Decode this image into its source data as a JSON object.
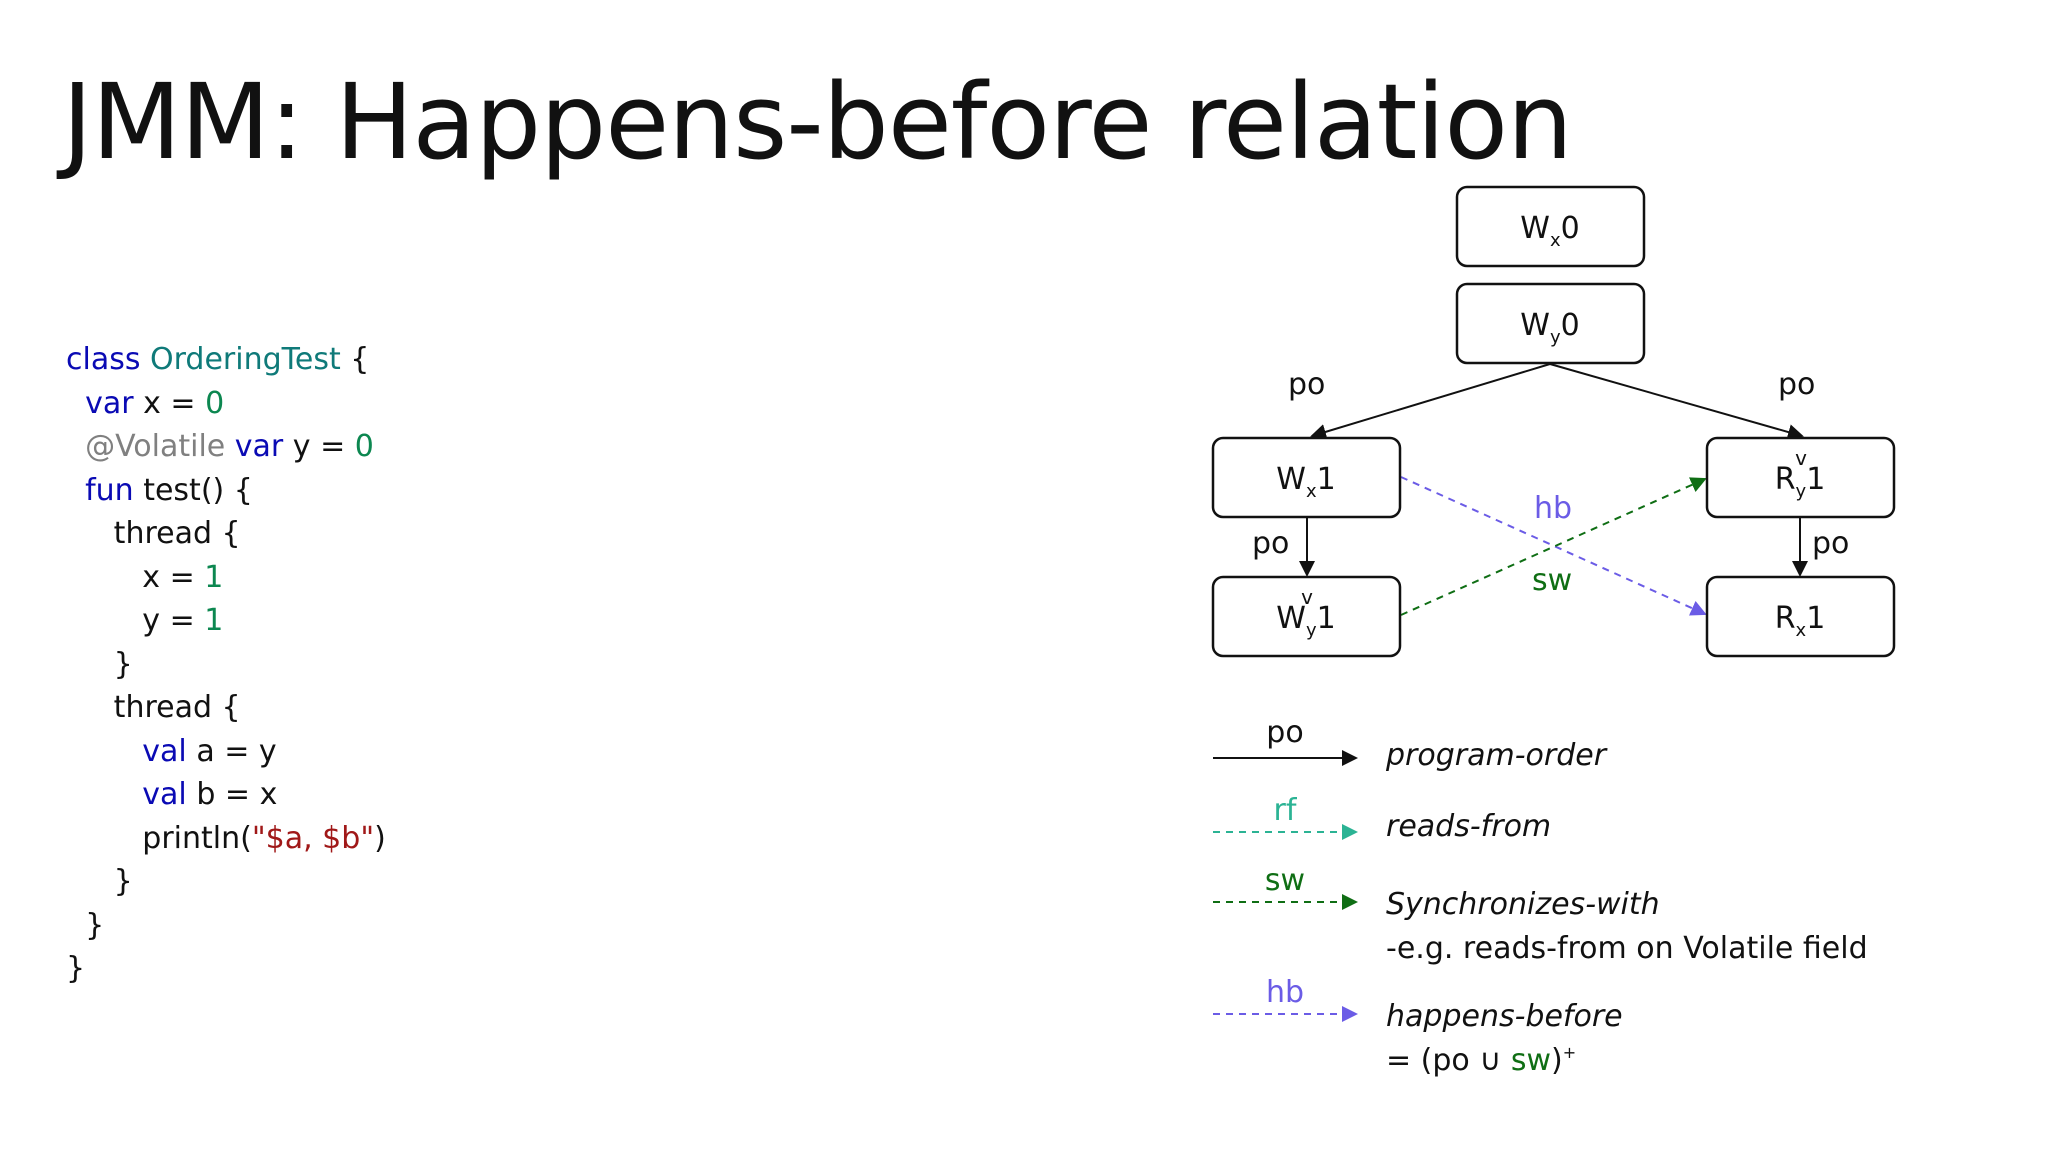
{
  "title": "JMM: Happens-before relation",
  "colors": {
    "po": "#111111",
    "rf": "#2bb394",
    "sw": "#0f6e14",
    "hb": "#6b5ce6",
    "keyword": "#0a0ab4",
    "class_name": "#0f7a79",
    "number": "#0c8750",
    "annotation": "#808080",
    "string": "#a01818"
  },
  "code": [
    [
      {
        "t": "class ",
        "c": "kw"
      },
      {
        "t": "OrderingTest",
        "c": "cls"
      },
      {
        "t": " {",
        "c": ""
      }
    ],
    [
      {
        "t": "  ",
        "c": ""
      },
      {
        "t": "var",
        "c": "kw"
      },
      {
        "t": " x = ",
        "c": ""
      },
      {
        "t": "0",
        "c": "num"
      }
    ],
    [
      {
        "t": "  ",
        "c": ""
      },
      {
        "t": "@Volatile",
        "c": "ann"
      },
      {
        "t": " ",
        "c": ""
      },
      {
        "t": "var",
        "c": "kw"
      },
      {
        "t": " y = ",
        "c": ""
      },
      {
        "t": "0",
        "c": "num"
      }
    ],
    [
      {
        "t": "  ",
        "c": ""
      },
      {
        "t": "fun",
        "c": "kw"
      },
      {
        "t": " test() {",
        "c": ""
      }
    ],
    [
      {
        "t": "     thread {",
        "c": ""
      }
    ],
    [
      {
        "t": "        x = ",
        "c": ""
      },
      {
        "t": "1",
        "c": "num"
      }
    ],
    [
      {
        "t": "        y = ",
        "c": ""
      },
      {
        "t": "1",
        "c": "num"
      }
    ],
    [
      {
        "t": "     }",
        "c": ""
      }
    ],
    [
      {
        "t": "     thread {",
        "c": ""
      }
    ],
    [
      {
        "t": "        ",
        "c": ""
      },
      {
        "t": "val",
        "c": "kw"
      },
      {
        "t": " a = y",
        "c": ""
      }
    ],
    [
      {
        "t": "        ",
        "c": ""
      },
      {
        "t": "val",
        "c": "kw"
      },
      {
        "t": " b = x",
        "c": ""
      }
    ],
    [
      {
        "t": "        println(",
        "c": ""
      },
      {
        "t": "\"$a, $b\"",
        "c": "str"
      },
      {
        "t": ")",
        "c": ""
      }
    ],
    [
      {
        "t": "     }",
        "c": ""
      }
    ],
    [
      {
        "t": "  }",
        "c": ""
      }
    ],
    [
      {
        "t": "}",
        "c": ""
      }
    ]
  ],
  "nodes": {
    "wx0": {
      "base": "W",
      "sub": "x",
      "val": "0",
      "mark": ""
    },
    "wy0": {
      "base": "W",
      "sub": "y",
      "val": "0",
      "mark": ""
    },
    "wx1": {
      "base": "W",
      "sub": "x",
      "val": "1",
      "mark": ""
    },
    "wy1": {
      "base": "W",
      "sub": "y",
      "val": "1",
      "mark": "v"
    },
    "ry1": {
      "base": "R",
      "sub": "y",
      "val": "1",
      "mark": "v"
    },
    "rx1": {
      "base": "R",
      "sub": "x",
      "val": "1",
      "mark": ""
    }
  },
  "edge_labels": {
    "po_left_top": "po",
    "po_right_top": "po",
    "po_left_bottom": "po",
    "po_right_bottom": "po",
    "hb": "hb",
    "sw": "sw"
  },
  "legend": {
    "po": {
      "label": "po",
      "desc": "program-order"
    },
    "rf": {
      "label": "rf",
      "desc": "reads-from"
    },
    "sw": {
      "label": "sw",
      "desc": "Synchronizes-with",
      "note": "-e.g. reads-from on Volatile field"
    },
    "hb": {
      "label": "hb",
      "desc": "happens-before",
      "formula": {
        "prefix": "= (",
        "po": "po",
        "union": " ∪ ",
        "sw": "sw",
        "suffix": ")",
        "sup": "+"
      }
    }
  }
}
